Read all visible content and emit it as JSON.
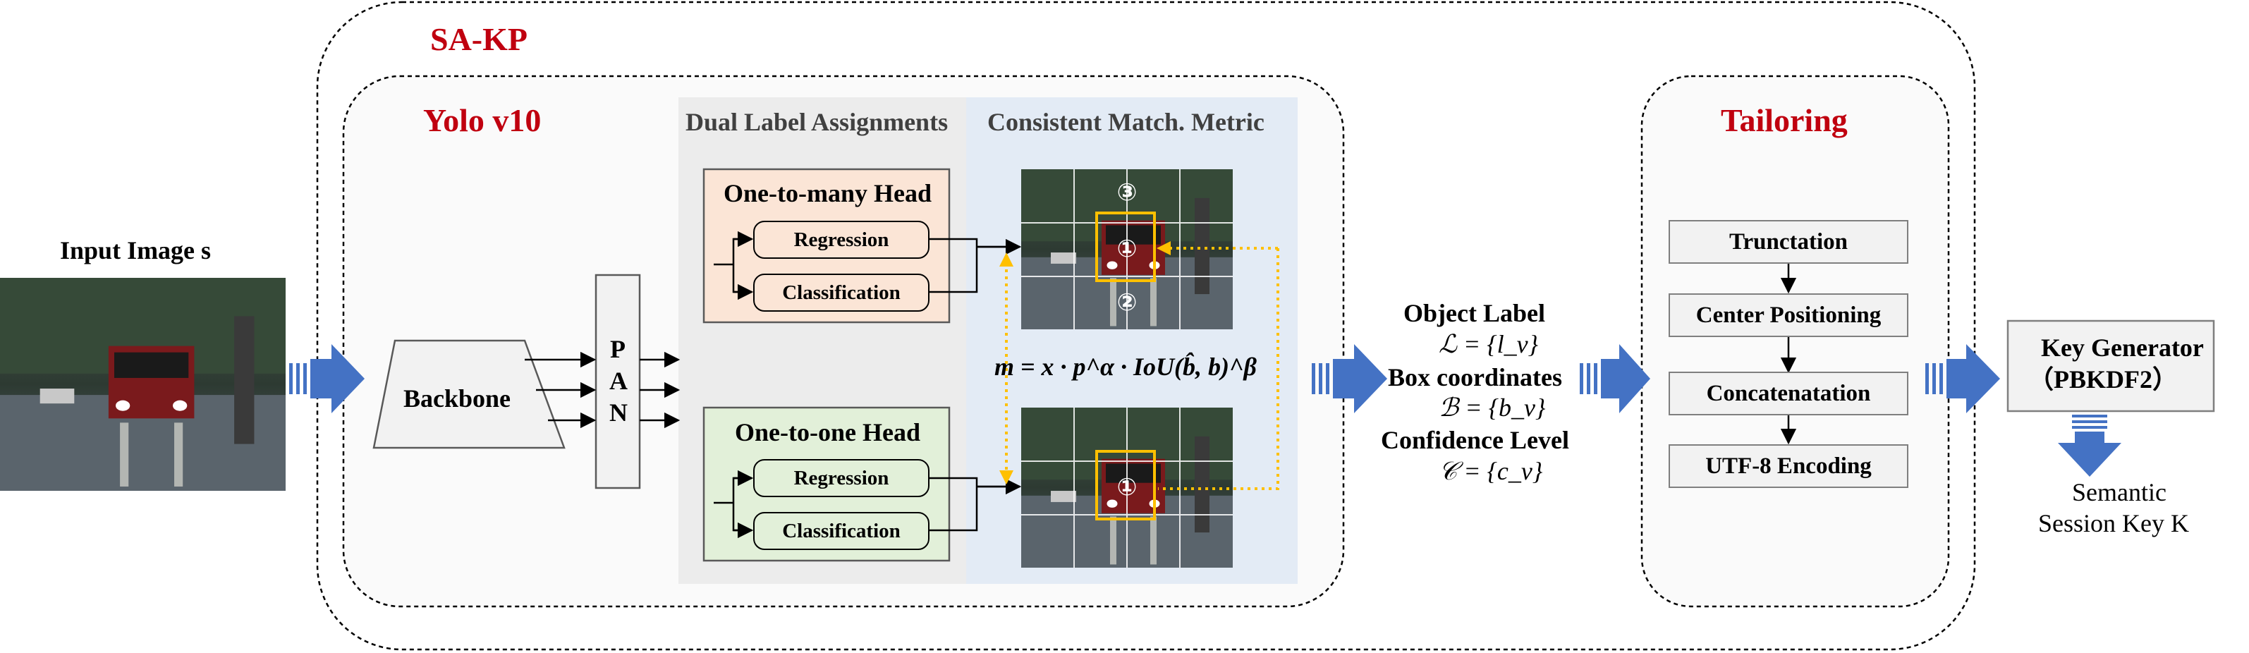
{
  "titles": {
    "sakp": "SA-KP",
    "yolo": "Yolo v10",
    "tailoring": "Tailoring",
    "dual_label": "Dual Label Assignments",
    "consistent": "Consistent Match. Metric"
  },
  "input": {
    "label": "Input Image s"
  },
  "backbone": "Backbone",
  "pan": [
    "P",
    "A",
    "N"
  ],
  "heads": {
    "one_to_many": {
      "title": "One-to-many Head",
      "regression": "Regression",
      "classification": "Classification"
    },
    "one_to_one": {
      "title": "One-to-one Head",
      "regression": "Regression",
      "classification": "Classification"
    }
  },
  "markers": {
    "m1": "①",
    "m2": "②",
    "m3": "③",
    "m4": "①"
  },
  "formula": "m = x · p^α · IoU(b̂, b)^β",
  "outputs": {
    "object_label": "Object Label",
    "object_label_set": "ℒ = {l_v}",
    "box_coordinates": "Box coordinates",
    "box_set": "ℬ = {b_v}",
    "confidence": "Confidence Level",
    "confidence_set": "𝒞 = {c_v}"
  },
  "tailoring_steps": [
    "Trunctation",
    "Center Positioning",
    "Concatenatation",
    "UTF-8 Encoding"
  ],
  "key_generator": {
    "line1": "Key Generator",
    "line2": "（PBKDF2）"
  },
  "session_key": {
    "line1": "Semantic",
    "line2": "Session Key K"
  },
  "colors": {
    "title_red": "#c0000f",
    "arrow_blue": "#4472c4",
    "match_dotted": "#ffc000",
    "one_to_many_fill": "#fbe5d6",
    "one_to_one_fill": "#e2f0d9",
    "dual_bg": "#ececec",
    "metric_bg": "#e3ebf5"
  }
}
